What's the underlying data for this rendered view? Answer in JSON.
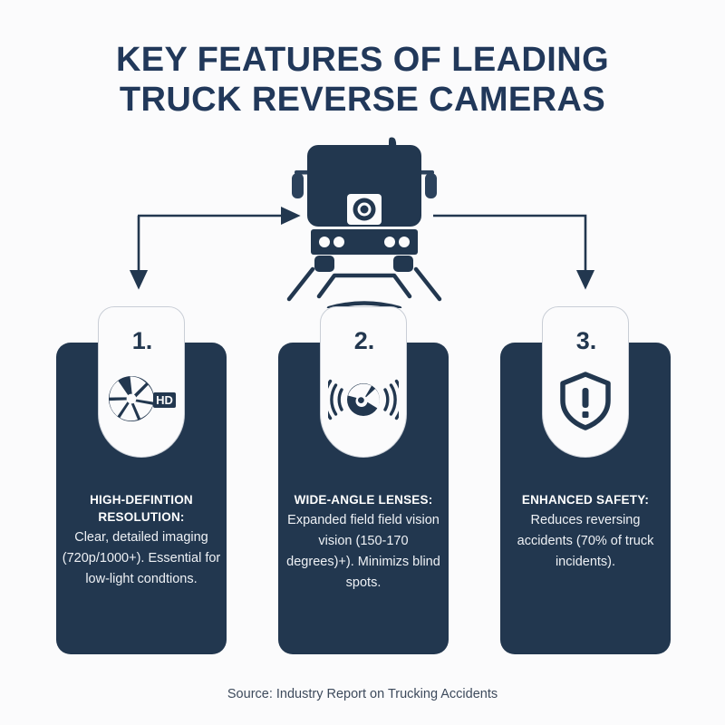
{
  "page": {
    "background_color": "#fbfbfc",
    "navy": "#22374f",
    "title_color": "#21385a"
  },
  "title": {
    "line1": "KEY FEATURES OF LEADING",
    "line2": "TRUCK REVERSE CAMERAS"
  },
  "illustration": {
    "name": "truck-rear-view-with-reverse-camera",
    "camera_label": "reverse-camera-lens"
  },
  "connectors": {
    "left_arrow": "arrow-left-branch-to-card-1",
    "right_arrow": "arrow-right-branch-to-card-3"
  },
  "cards": [
    {
      "number": "1.",
      "icon": "aperture-icon",
      "badge": "HD",
      "heading": "HIGH-DEFINTION RESOLUTION:",
      "description": "Clear, detailed imaging (720p/1000+). Essential for low-light condtions."
    },
    {
      "number": "2.",
      "icon": "wide-angle-lens-signal-icon",
      "badge": "",
      "heading": "WIDE-ANGLE LENSES:",
      "description": "Expanded field field vision vision (150-170 degrees)+). Minimizs blind spots."
    },
    {
      "number": "3.",
      "icon": "shield-alert-icon",
      "badge": "",
      "heading": "ENHANCED SAFETY:",
      "description": "Reduces reversing accidents (70% of truck incidents)."
    }
  ],
  "footer": {
    "source": "Source: Industry Report on Trucking Accidents"
  }
}
